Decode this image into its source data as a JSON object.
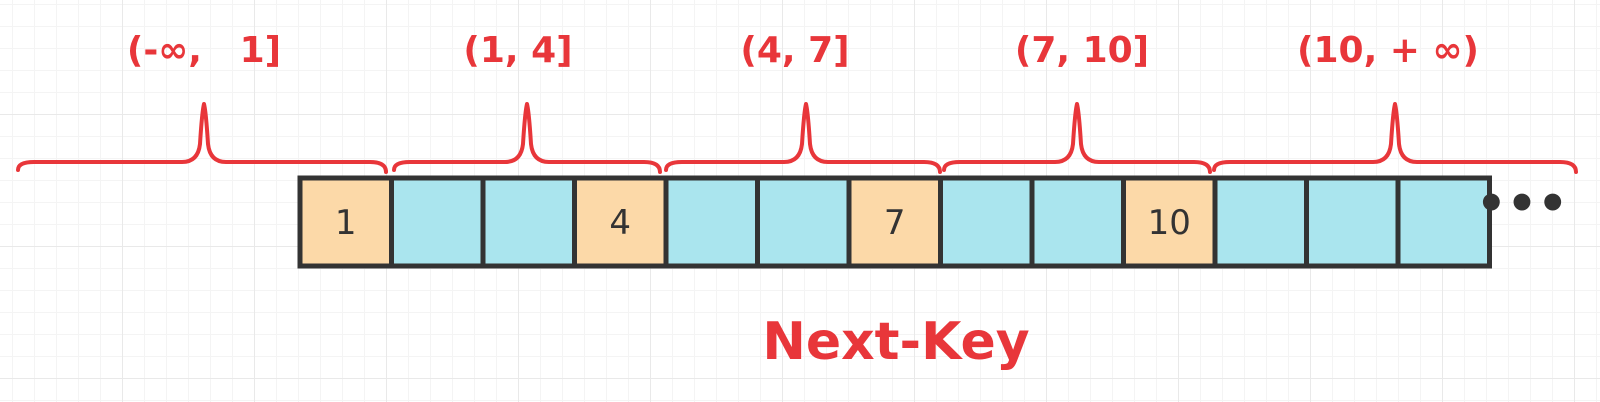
{
  "diagram": {
    "intervals": [
      "(-∞,   1]",
      "(1, 4]",
      "(4, 7]",
      "(7, 10]",
      "(10, + ∞)"
    ],
    "cells": [
      {
        "value": "1",
        "type": "key"
      },
      {
        "value": "",
        "type": "gap"
      },
      {
        "value": "",
        "type": "gap"
      },
      {
        "value": "4",
        "type": "key"
      },
      {
        "value": "",
        "type": "gap"
      },
      {
        "value": "",
        "type": "gap"
      },
      {
        "value": "7",
        "type": "key"
      },
      {
        "value": "",
        "type": "gap"
      },
      {
        "value": "",
        "type": "gap"
      },
      {
        "value": "10",
        "type": "key"
      },
      {
        "value": "",
        "type": "gap"
      },
      {
        "value": "",
        "type": "gap"
      },
      {
        "value": "",
        "type": "gap"
      }
    ],
    "ellipsis": "•••",
    "caption": "Next-Key"
  },
  "colors": {
    "accent": "#e8363a",
    "key_cell": "#fcd9a8",
    "gap_cell": "#aae5ee",
    "border": "#333333"
  }
}
